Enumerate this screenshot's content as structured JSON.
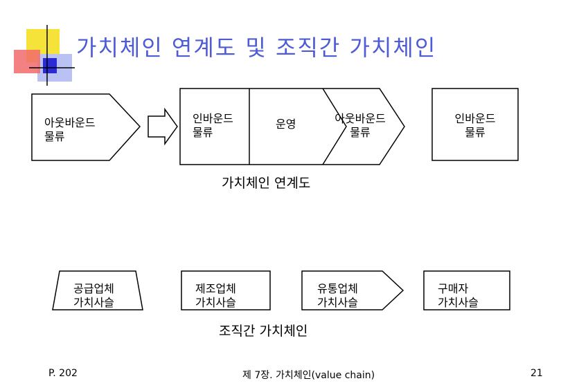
{
  "slide": {
    "title": "가치체인 연계도 및 조직간 가치체인",
    "logo_colors": {
      "yellow": "#f5e33a",
      "red": "#f26b6b",
      "blue": "#2a2ad6",
      "lightblue": "#b9c2f2",
      "line": "#000000"
    }
  },
  "diagram1": {
    "left_box": {
      "line1": "아웃바운드",
      "line2": "물류"
    },
    "chain": {
      "step1": {
        "line1": "인바운드",
        "line2": "물류"
      },
      "step2": {
        "line1": "운영"
      },
      "step3": {
        "line1": "아웃바운드",
        "line2": "물류"
      }
    },
    "right_box": {
      "line1": "인바운드",
      "line2": "물류"
    },
    "caption": "가치체인 연계도"
  },
  "diagram2": {
    "box1": {
      "line1": "공급업체",
      "line2": "가치사슬"
    },
    "box2": {
      "line1": "제조업체",
      "line2": "가치사슬"
    },
    "box3": {
      "line1": "유통업체",
      "line2": "가치사슬"
    },
    "box4": {
      "line1": "구매자",
      "line2": "가치사슬"
    },
    "caption": "조직간 가치체인"
  },
  "footer": {
    "page_ref": "P. 202",
    "chapter": "제 7장. 가치체인(value chain)",
    "page_number": "21"
  }
}
